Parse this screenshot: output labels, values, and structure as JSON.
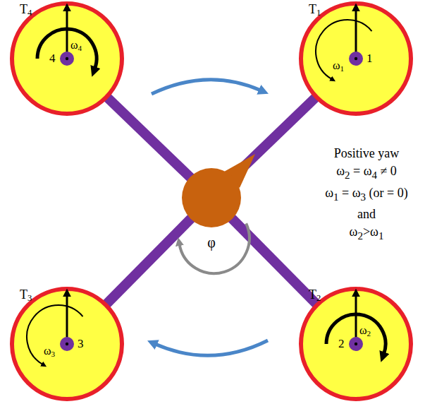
{
  "diagram": {
    "nodes": [
      {
        "text": [
          "T4",
          "ω4",
          "4"
        ]
      },
      {
        "text": [
          "T1",
          "ω1",
          "1"
        ]
      },
      {
        "text": [
          "T3",
          "ω3",
          "3"
        ]
      },
      {
        "text": [
          "T2",
          "ω2",
          "2"
        ]
      }
    ],
    "labels": [
      "Positive yaw",
      "ω2 = ω4 ≠ 0",
      "ω1 = ω3 (or = 0)",
      "and",
      "ω2>ω1",
      "φ"
    ]
  }
}
